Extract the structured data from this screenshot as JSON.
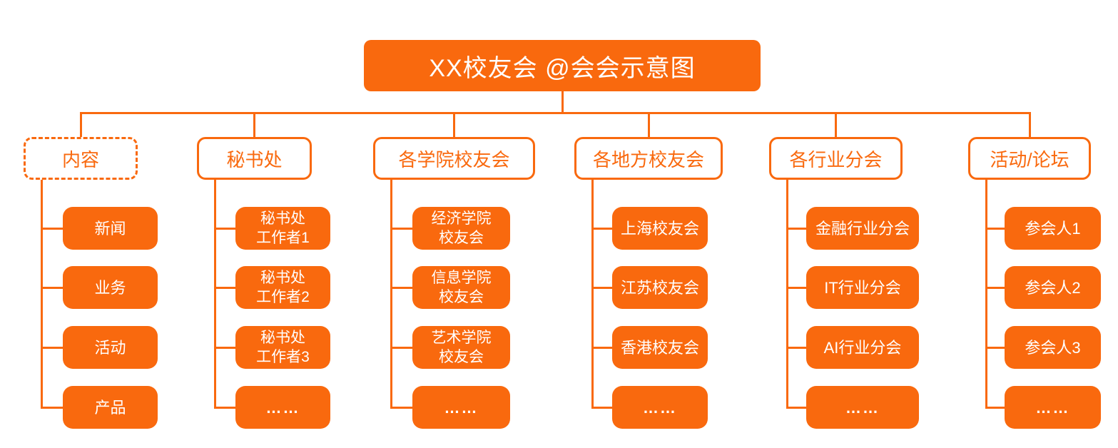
{
  "diagram": {
    "title": "XX校友会 @会会示意图",
    "colors": {
      "accent": "#F9690E",
      "node_text": "#FFFFFF",
      "background": "#FFFFFF"
    },
    "branches": [
      {
        "label": "内容",
        "border_style": "dashed",
        "children": [
          "新闻",
          "业务",
          "活动",
          "产品"
        ]
      },
      {
        "label": "秘书处",
        "border_style": "solid",
        "children": [
          "秘书处\n工作者1",
          "秘书处\n工作者2",
          "秘书处\n工作者3",
          "……"
        ]
      },
      {
        "label": "各学院校友会",
        "border_style": "solid",
        "children": [
          "经济学院\n校友会",
          "信息学院\n校友会",
          "艺术学院\n校友会",
          "……"
        ]
      },
      {
        "label": "各地方校友会",
        "border_style": "solid",
        "children": [
          "上海校友会",
          "江苏校友会",
          "香港校友会",
          "……"
        ]
      },
      {
        "label": "各行业分会",
        "border_style": "solid",
        "children": [
          "金融行业分会",
          "IT行业分会",
          "AI行业分会",
          "……"
        ]
      },
      {
        "label": "活动/论坛",
        "border_style": "solid",
        "children": [
          "参会人1",
          "参会人2",
          "参会人3",
          "……"
        ]
      }
    ]
  }
}
